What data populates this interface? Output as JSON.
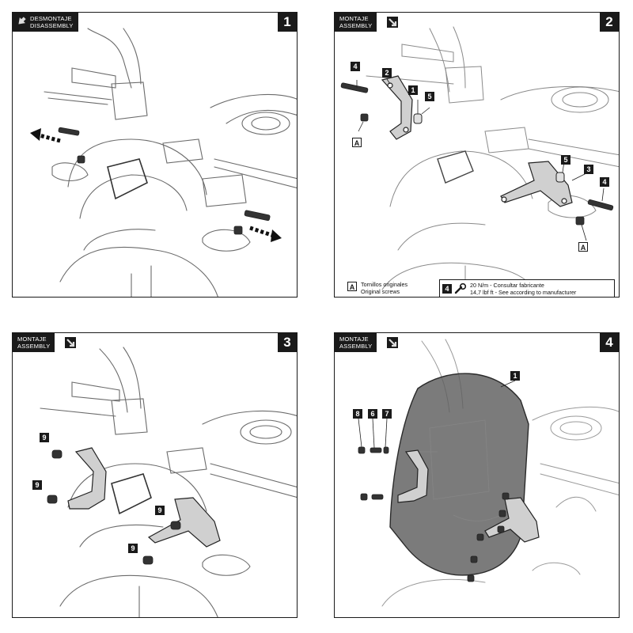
{
  "panels": [
    {
      "id": "1",
      "number": "1",
      "header": [
        "DESMONTAJE",
        "DISASSEMBLY"
      ],
      "tags": []
    },
    {
      "id": "2",
      "number": "2",
      "header": [
        "MONTAJE",
        "ASSEMBLY"
      ],
      "tags": [
        "4",
        "2",
        "1",
        "5",
        "A",
        "5",
        "3",
        "4",
        "A"
      ],
      "legend": {
        "a_letter": "A",
        "a_es": "Tornillos originales",
        "a_en": "Original screws",
        "torque_number": "4",
        "torque_line1": "20 N/m  -  Consultar fabricante",
        "torque_line2": "14,7 lbf ft  -  See according to manufacturer"
      }
    },
    {
      "id": "3",
      "number": "3",
      "header": [
        "MONTAJE",
        "ASSEMBLY"
      ],
      "tags": [
        "9",
        "9",
        "9",
        "9"
      ]
    },
    {
      "id": "4",
      "number": "4",
      "header": [
        "MONTAJE",
        "ASSEMBLY"
      ],
      "tags": [
        "1",
        "8",
        "6",
        "7"
      ]
    }
  ],
  "colors": {
    "ink": "#1a1a1a",
    "line": "#6b6b6b",
    "screen": "#5e5e5e",
    "watermark": "#f3d9d9"
  },
  "icons": [
    "arrow-icon",
    "wrench-icon"
  ]
}
